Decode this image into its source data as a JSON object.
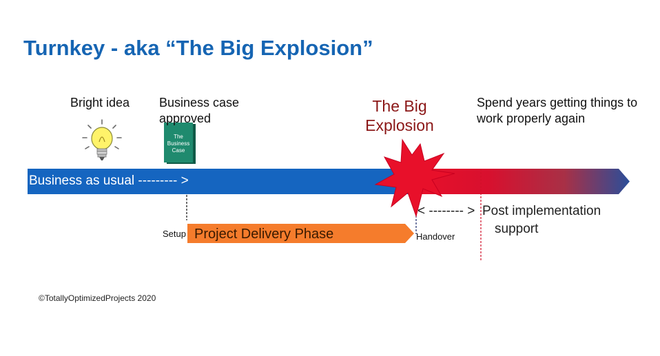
{
  "title": "Turnkey - aka “The Big Explosion”",
  "milestones": {
    "bright_idea": "Bright idea",
    "business_case_line1": "Business case",
    "business_case_line2": "approved",
    "explosion_line1": "The Big",
    "explosion_line2": "Explosion",
    "spend_years_line1": "Spend years getting things to",
    "spend_years_line2": "work properly again"
  },
  "book": {
    "line1": "The",
    "line2": "Business",
    "line3": "Case"
  },
  "timeline": {
    "label": "Business as usual --------- >"
  },
  "phase": {
    "setup": "Setup",
    "label": "Project Delivery Phase",
    "handover": "Handover"
  },
  "post": {
    "arrow": "< -------- >",
    "line1": "Post implementation",
    "line2": "support"
  },
  "copyright": "©TotallyOptimizedProjects 2020",
  "colors": {
    "title": "#1665b3",
    "timeline_blue": "#1565c0",
    "timeline_red": "#e8102a",
    "phase_orange": "#f57c2c",
    "explosion_red": "#e8102a",
    "explosion_text": "#8b1717",
    "book_green": "#1f8a6e"
  },
  "icons": {
    "bulb": "lightbulb-icon",
    "book": "business-case-book-icon",
    "explosion": "explosion-starburst-icon"
  }
}
